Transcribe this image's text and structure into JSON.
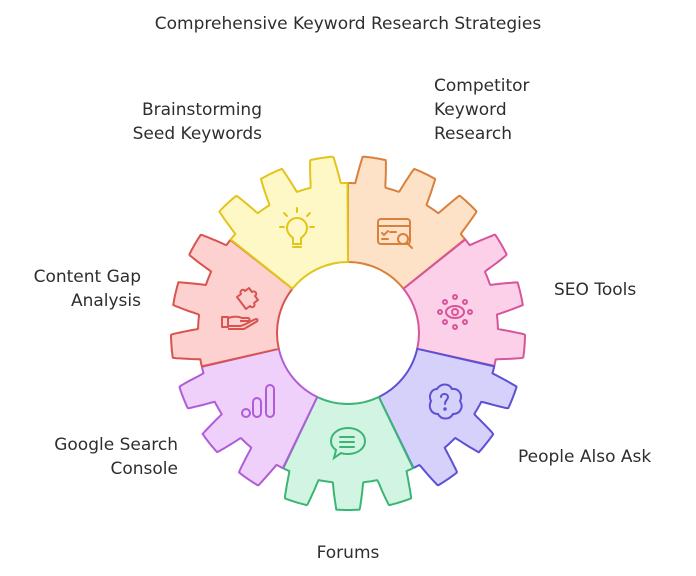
{
  "title": "Comprehensive Keyword Research Strategies",
  "segments": [
    {
      "id": "competitor",
      "lines": [
        "Competitor",
        "Keyword",
        "Research"
      ],
      "icon": "browser-search-icon",
      "fill": "#fde2c8",
      "stroke": "#d9803c"
    },
    {
      "id": "seo-tools",
      "lines": [
        "SEO Tools"
      ],
      "icon": "eye-network-icon",
      "fill": "#fdd0e9",
      "stroke": "#d6569b"
    },
    {
      "id": "people-also-ask",
      "lines": [
        "People Also Ask"
      ],
      "icon": "question-bubble-icon",
      "fill": "#d5d1fb",
      "stroke": "#5c50d4"
    },
    {
      "id": "forums",
      "lines": [
        "Forums"
      ],
      "icon": "chat-bubble-icon",
      "fill": "#d2f5e3",
      "stroke": "#3bb574"
    },
    {
      "id": "google-search-console",
      "lines": [
        "Google Search",
        "Console"
      ],
      "icon": "bar-chart-icon",
      "fill": "#efd0fb",
      "stroke": "#b05cd9"
    },
    {
      "id": "content-gap",
      "lines": [
        "Content Gap",
        "Analysis"
      ],
      "icon": "hand-puzzle-icon",
      "fill": "#fdd1cf",
      "stroke": "#d9534f"
    },
    {
      "id": "brainstorming",
      "lines": [
        "Brainstorming",
        "Seed Keywords"
      ],
      "icon": "lightbulb-icon",
      "fill": "#fef8c6",
      "stroke": "#e2c41b"
    }
  ]
}
